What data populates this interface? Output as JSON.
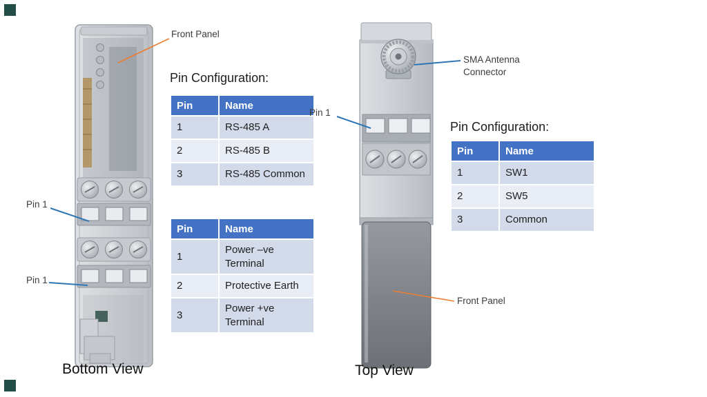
{
  "page": {
    "background_color": "#ffffff",
    "corner_mark_color": "#234e48"
  },
  "colors": {
    "table_header_bg": "#4472C4",
    "table_header_text": "#ffffff",
    "table_row_dark": "#D3DAEA",
    "table_row_light": "#E9EDF5",
    "leader_blue": "#2E75B6",
    "leader_orange": "#ED7D31",
    "body_text": "#1f1f1f"
  },
  "bottom_view": {
    "caption": "Bottom View",
    "labels": {
      "front_panel": "Front Panel",
      "pin1_upper": "Pin 1",
      "pin1_lower": "Pin 1"
    },
    "pin_config_heading": "Pin Configuration:",
    "rs485_table": {
      "headers": [
        "Pin",
        "Name"
      ],
      "rows": [
        {
          "pin": "1",
          "name": "RS-485 A"
        },
        {
          "pin": "2",
          "name": "RS-485 B"
        },
        {
          "pin": "3",
          "name": "RS-485 Common"
        }
      ]
    },
    "power_table": {
      "headers": [
        "Pin",
        "Name"
      ],
      "rows": [
        {
          "pin": "1",
          "name": "Power –ve Terminal"
        },
        {
          "pin": "2",
          "name": "Protective Earth"
        },
        {
          "pin": "3",
          "name": "Power +ve Terminal"
        }
      ]
    }
  },
  "top_view": {
    "caption": "Top View",
    "labels": {
      "sma": "SMA Antenna Connector",
      "pin1": "Pin 1",
      "front_panel": "Front Panel"
    },
    "pin_config_heading": "Pin Configuration:",
    "switch_table": {
      "headers": [
        "Pin",
        "Name"
      ],
      "rows": [
        {
          "pin": "1",
          "name": "SW1"
        },
        {
          "pin": "2",
          "name": "SW5"
        },
        {
          "pin": "3",
          "name": "Common"
        }
      ]
    }
  }
}
